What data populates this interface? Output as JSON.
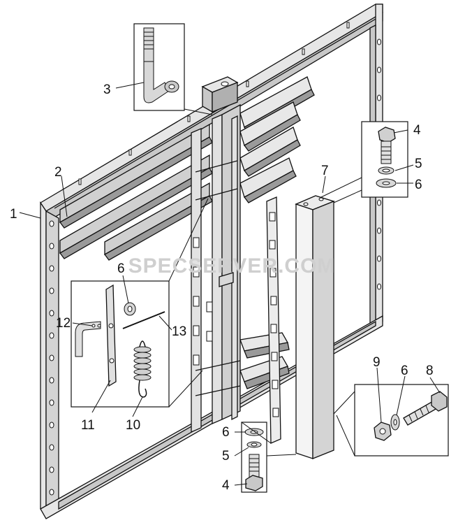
{
  "watermark": "SPECSERVER.COM",
  "callouts": {
    "c1": "1",
    "c2": "2",
    "c3": "3",
    "c4_top": "4",
    "c5_top": "5",
    "c6_top": "6",
    "c7": "7",
    "c6_left": "6",
    "c12": "12",
    "c13": "13",
    "c11": "11",
    "c10": "10",
    "c9": "9",
    "c6_right": "6",
    "c8": "8",
    "c6_bottom": "6",
    "c5_bottom": "5",
    "c4_bottom": "4"
  },
  "colors": {
    "line": "#111111",
    "fill_light": "#e6e6e6",
    "fill_mid": "#c8c8c8",
    "fill_dark": "#9a9a9a",
    "watermark": "#cfcfcf"
  }
}
